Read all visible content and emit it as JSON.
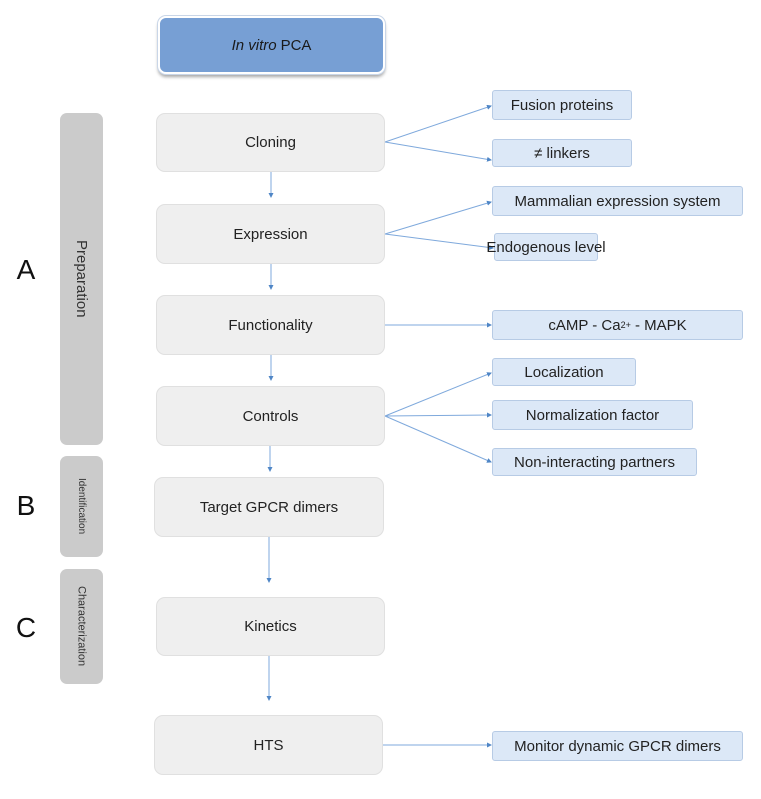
{
  "title": {
    "italic": "In vitro",
    "rest": "PCA"
  },
  "phases": [
    {
      "letter": "A",
      "label": "Preparation"
    },
    {
      "letter": "B",
      "label": "Identification"
    },
    {
      "letter": "C",
      "label": "Characterization"
    }
  ],
  "steps": [
    "Cloning",
    "Expression",
    "Functionality",
    "Controls",
    "Target GPCR dimers",
    "Kinetics",
    "HTS"
  ],
  "details": {
    "fusion": "Fusion proteins",
    "linkers": "≠ linkers",
    "mammalian": "Mammalian expression system",
    "endogenous": "Endogenous level",
    "signaling": {
      "pre": "cAMP - Ca",
      "sup": "2+",
      "post": " - MAPK"
    },
    "localization": "Localization",
    "normalization": "Normalization factor",
    "noninteracting": "Non-interacting partners",
    "monitor": "Monitor dynamic GPCR dimers"
  },
  "colors": {
    "title": "#779fd4",
    "step": "#efefef",
    "detail": "#dce8f7",
    "phase": "#cbcbcb",
    "connector": "#6f9fd8"
  }
}
